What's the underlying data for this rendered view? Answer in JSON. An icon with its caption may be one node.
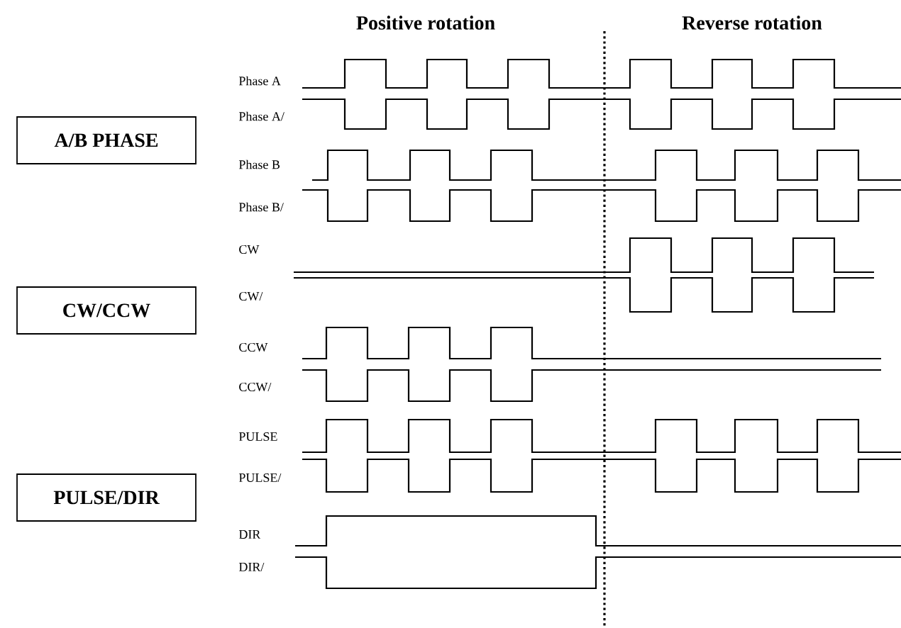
{
  "diagram": {
    "nodes": [
      {
        "text": [
          "A/B PHASE"
        ]
      },
      {
        "text": [
          "CW/CCW"
        ]
      },
      {
        "text": [
          "PULSE/DIR"
        ]
      }
    ],
    "labels": [
      "Positive rotation",
      "Reverse rotation",
      "Phase A",
      "Phase A/",
      "Phase B",
      "Phase B/",
      "CW",
      "CW/",
      "CCW",
      "CCW/",
      "PULSE",
      "PULSE/",
      "DIR",
      "DIR/"
    ]
  }
}
